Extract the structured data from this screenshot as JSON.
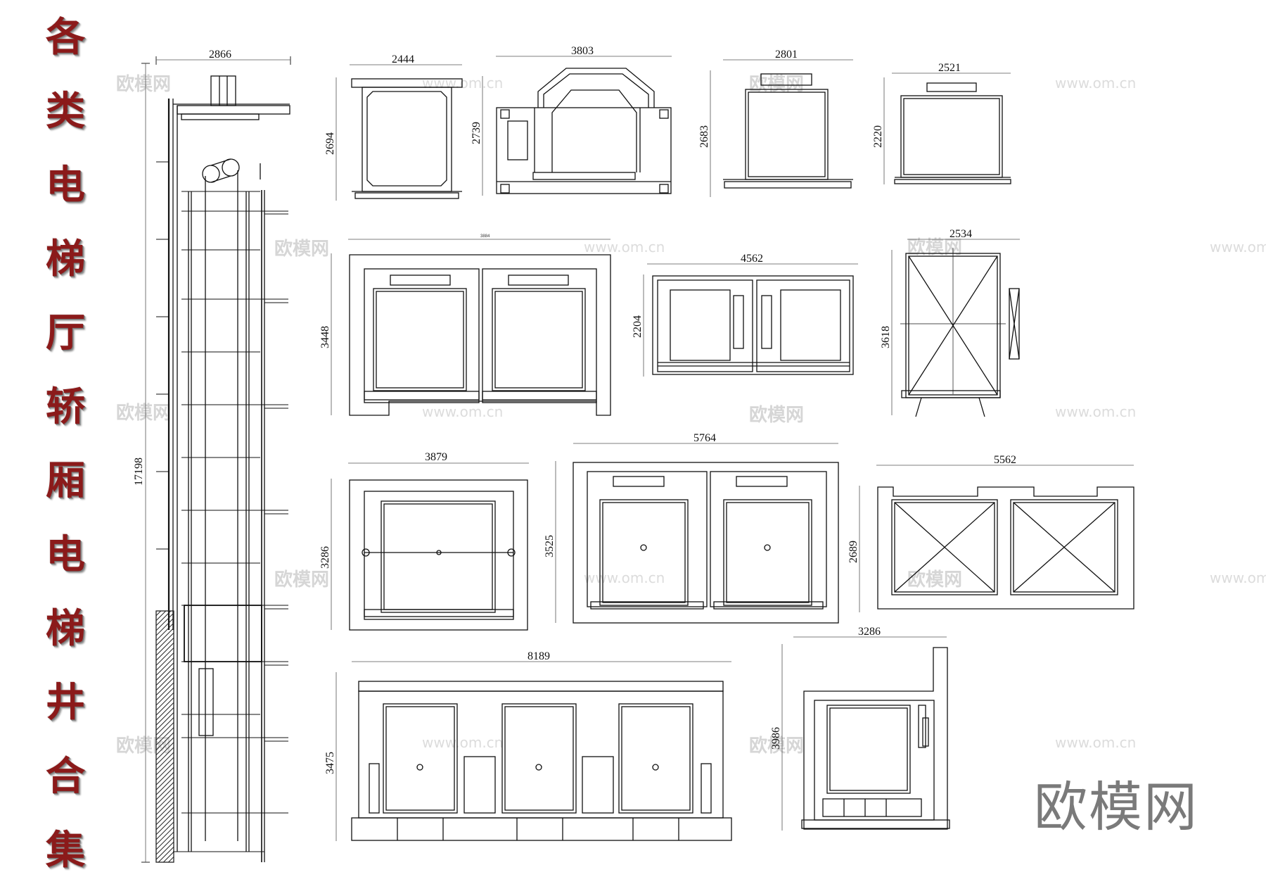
{
  "title": {
    "chars": [
      "各",
      "类",
      "电",
      "梯",
      "厅",
      "轿",
      "厢",
      "电",
      "梯",
      "井",
      "合",
      "集"
    ],
    "color": "#8b1a1a"
  },
  "watermark": {
    "brand_cn": "欧模网",
    "brand_url": "www.om.cn"
  },
  "brand_logo": "欧模网",
  "dimensions": {
    "shaft_width": "2866",
    "shaft_height": "17198",
    "d1_w": "2444",
    "d1_h": "2694",
    "d2_w": "3803",
    "d2_h": "2739",
    "d3_w": "2801",
    "d3_h": "2683",
    "d4_w": "2521",
    "d4_h": "2220",
    "d5_w": "3884",
    "d5_h": "3448",
    "d6_w": "4562",
    "d6_h": "2204",
    "d7_w": "2534",
    "d7_h": "3618",
    "d8_w": "3879",
    "d8_h": "3286",
    "d9_w": "5764",
    "d9_h": "3525",
    "d10_w": "5562",
    "d10_h": "2689",
    "d11_w": "8189",
    "d11_h": "3475",
    "d12_w": "3286",
    "d12_h": "3986"
  }
}
